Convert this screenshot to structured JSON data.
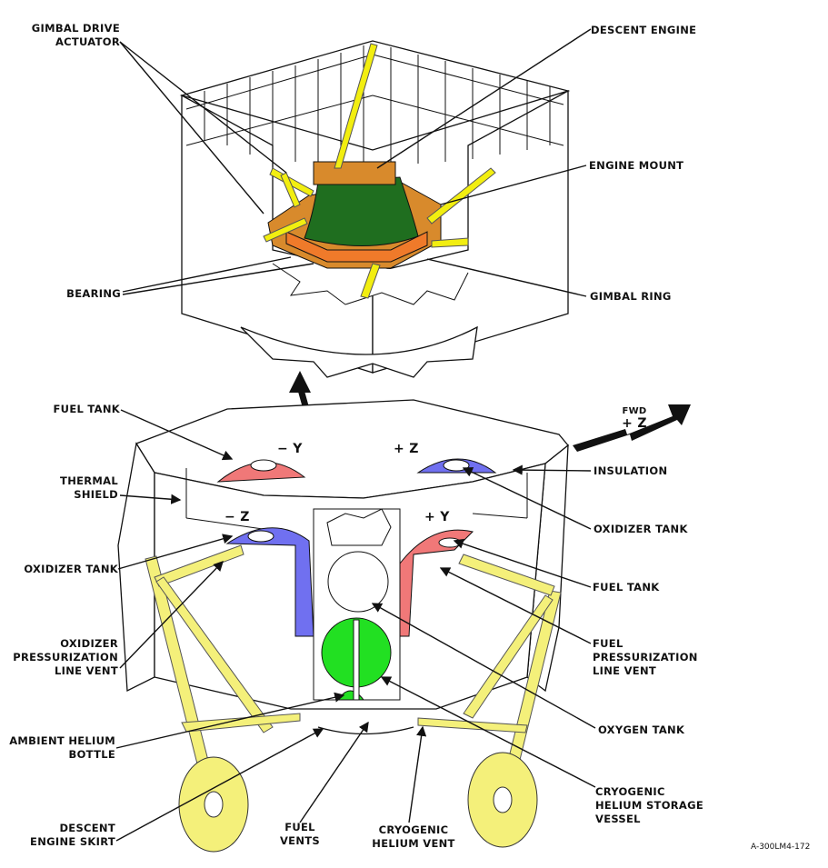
{
  "title": "Lunar Module Descent Stage — Descent Engine Installation and Propellant Tanks",
  "figure_code": "A-300LM4-172",
  "colors": {
    "fuel": "#f07878",
    "oxidizer": "#7070f0",
    "helium_bottle": "#22e022",
    "gear_struts": "#f4f07a",
    "engine_bell": "#1e6e1e",
    "engine_mount": "#d88a2c",
    "actuators": "#f2ee10"
  },
  "upper_assembly": {
    "labels": {
      "gimbal_drive_actuator": "GIMBAL DRIVE\nACTUATOR",
      "descent_engine": "DESCENT ENGINE",
      "engine_mount": "ENGINE MOUNT",
      "bearing": "BEARING",
      "gimbal_ring": "GIMBAL RING"
    }
  },
  "lower_assembly": {
    "direction": {
      "fwd": "FWD",
      "axis": "+ Z"
    },
    "quadrants": {
      "minus_y": "− Y",
      "plus_z": "+ Z",
      "minus_z": "− Z",
      "plus_y": "+ Y"
    },
    "left_labels": {
      "fuel_tank": "FUEL TANK",
      "thermal_shield": "THERMAL\nSHIELD",
      "oxidizer_tank": "OXIDIZER TANK",
      "oxidizer_pressurization_line_vent": "OXIDIZER\nPRESSURIZATION\nLINE VENT",
      "ambient_helium_bottle": "AMBIENT HELIUM\nBOTTLE",
      "descent_engine_skirt": "DESCENT\nENGINE SKIRT"
    },
    "right_labels": {
      "insulation": "INSULATION",
      "oxidizer_tank": "OXIDIZER TANK",
      "fuel_tank": "FUEL TANK",
      "fuel_pressurization_line_vent": "FUEL\nPRESSURIZATION\nLINE VENT",
      "oxygen_tank": "OXYGEN TANK",
      "cryogenic_helium_storage_vessel": "CRYOGENIC\nHELIUM STORAGE\nVESSEL"
    },
    "bottom_labels": {
      "fuel_vents": "FUEL\nVENTS",
      "cryogenic_helium_vent": "CRYOGENIC\nHELIUM VENT"
    }
  }
}
